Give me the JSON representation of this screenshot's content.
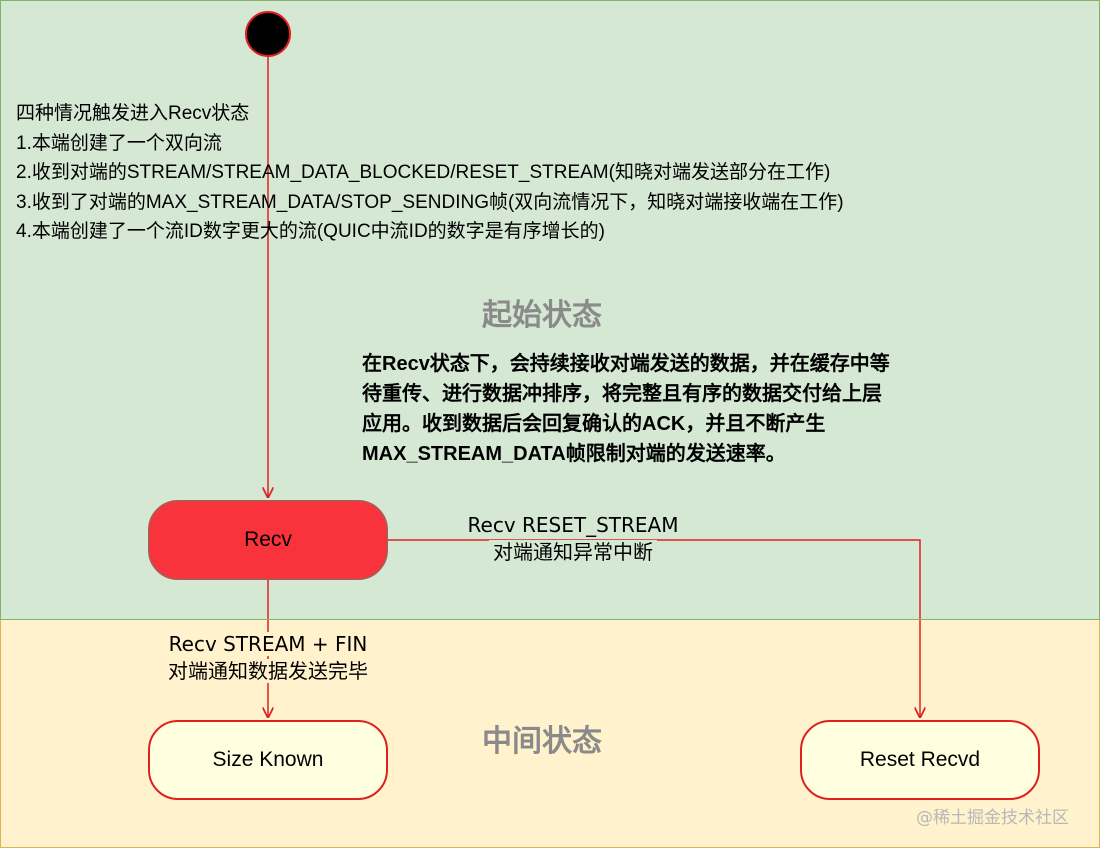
{
  "colors": {
    "region_initial_fill": "#d5e8d4",
    "region_initial_border": "#82b366",
    "region_intermediate_fill": "#fff2cc",
    "region_intermediate_border": "#d6b656",
    "recv_fill": "#f8333c",
    "recv_border": "#b85450",
    "state_fill": "#ffffe0",
    "state_border": "#dd2222",
    "edge": "#dd2222",
    "start_dot": "#000000"
  },
  "regions": {
    "initial_title": "起始状态",
    "intermediate_title": "中间状态"
  },
  "entry_conditions": [
    "四种情况触发进入Recv状态",
    "1.本端创建了一个双向流",
    "2.收到对端的STREAM/STREAM_DATA_BLOCKED/RESET_STREAM(知晓对端发送部分在工作)",
    "3.收到了对端的MAX_STREAM_DATA/STOP_SENDING帧(双向流情况下，知晓对端接收端在工作)",
    "4.本端创建了一个流ID数字更大的流(QUIC中流ID的数字是有序增长的)"
  ],
  "recv_note": [
    "在Recv状态下，会持续接收对端发送的数据，并在缓存中等",
    "待重传、进行数据冲排序，将完整且有序的数据交付给上层",
    "应用。收到数据后会回复确认的ACK，并且不断产生",
    "MAX_STREAM_DATA帧限制对端的发送速率。"
  ],
  "states": {
    "recv": "Recv",
    "size_known": "Size Known",
    "reset_recvd": "Reset Recvd"
  },
  "transitions": {
    "to_reset": [
      "Recv RESET_STREAM",
      "对端通知异常中断"
    ],
    "to_size_known": [
      "Recv STREAM + FIN",
      "对端通知数据发送完毕"
    ]
  },
  "watermark": "@稀土掘金技术社区"
}
